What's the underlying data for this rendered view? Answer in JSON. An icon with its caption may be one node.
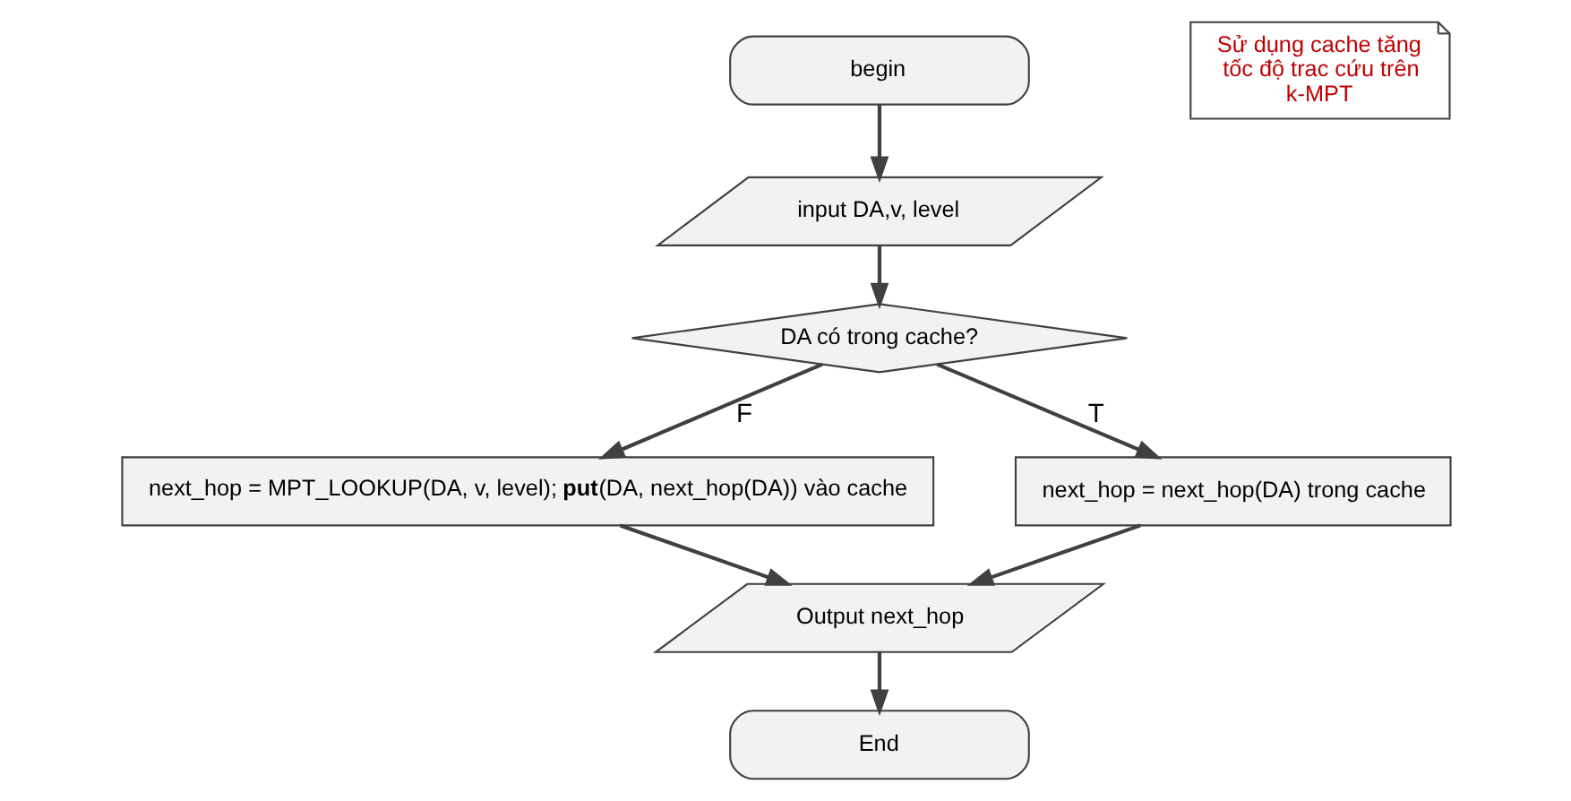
{
  "diagram": {
    "nodes": [
      {
        "text": [
          "begin"
        ]
      },
      {
        "text": [
          "input DA,v, level"
        ]
      },
      {
        "text": [
          "DA có trong cache?"
        ]
      },
      {
        "text": [
          "next_hop = MPT_LOOKUP(DA, v, level); **put**(DA, next_hop(DA)) vào cache"
        ]
      },
      {
        "text": [
          "next_hop = next_hop(DA) trong cache"
        ]
      },
      {
        "text": [
          "Output next_hop"
        ]
      },
      {
        "text": [
          "End"
        ]
      },
      {
        "text": [
          "Sử dụng cache tăng tốc độ trac cứu trên k-MPT"
        ]
      }
    ],
    "edges": [
      {
        "from": 0,
        "to": 1,
        "arrow": "to"
      },
      {
        "from": 1,
        "to": 2,
        "arrow": "to"
      },
      {
        "from": 2,
        "to": 3,
        "arrow": "to",
        "label": "F"
      },
      {
        "from": 2,
        "to": 4,
        "arrow": "to",
        "label": "T"
      },
      {
        "from": 3,
        "to": 5,
        "arrow": "to"
      },
      {
        "from": 4,
        "to": 5,
        "arrow": "to"
      },
      {
        "from": 5,
        "to": 6,
        "arrow": "to"
      }
    ]
  }
}
